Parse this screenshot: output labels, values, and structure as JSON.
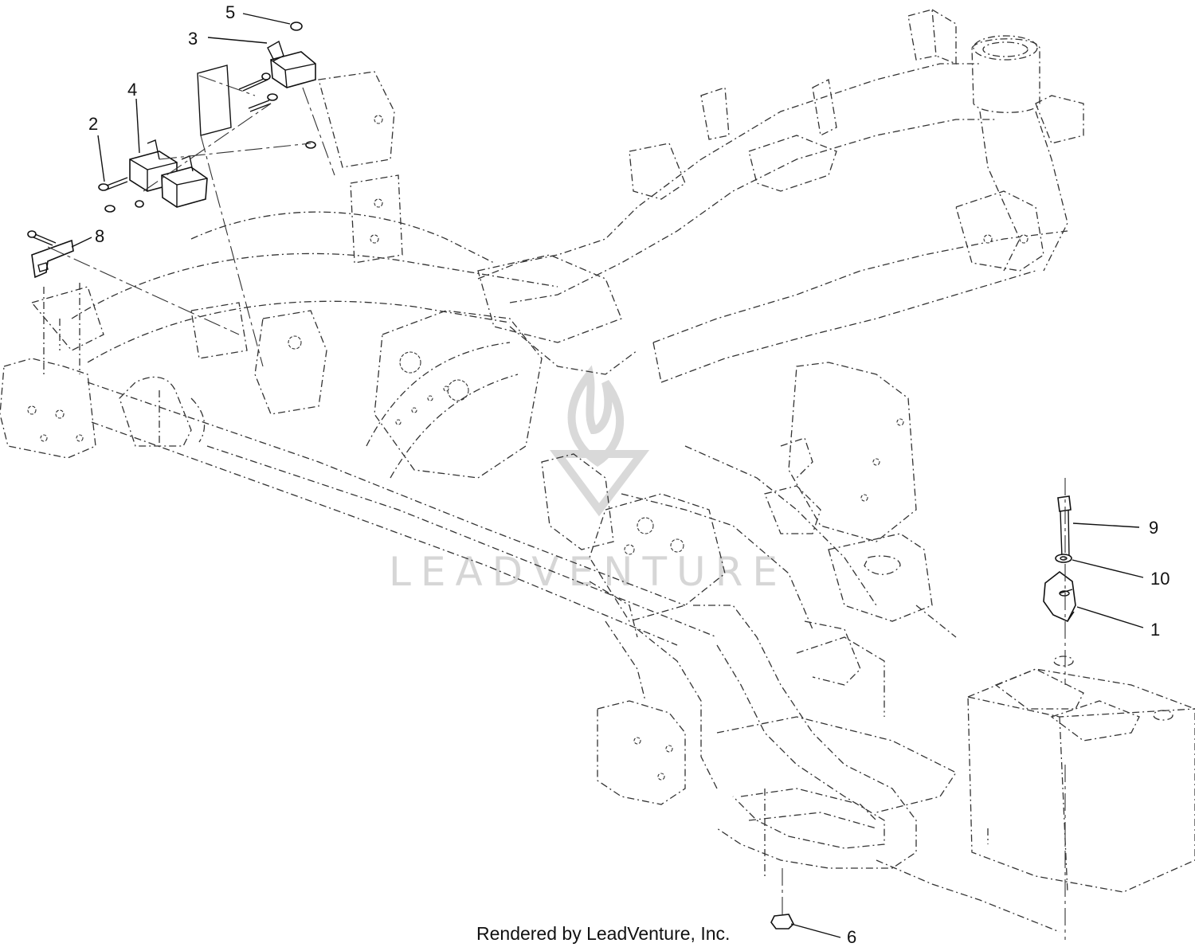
{
  "diagram": {
    "callouts": [
      {
        "id": "c5",
        "label": "5"
      },
      {
        "id": "c3",
        "label": "3"
      },
      {
        "id": "c4",
        "label": "4"
      },
      {
        "id": "c2",
        "label": "2"
      },
      {
        "id": "c8",
        "label": "8"
      },
      {
        "id": "c9",
        "label": "9"
      },
      {
        "id": "c10",
        "label": "10"
      },
      {
        "id": "c1",
        "label": "1"
      },
      {
        "id": "c6",
        "label": "6"
      }
    ],
    "watermark": "LEADVENTURE",
    "footer": "Rendered by LeadVenture, Inc."
  }
}
